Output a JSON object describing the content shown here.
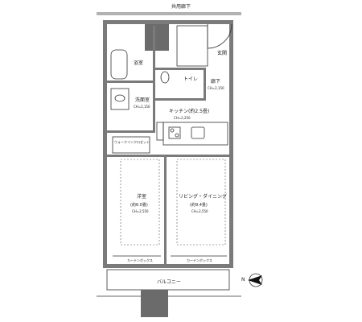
{
  "labels": {
    "corridor": "共用廊下",
    "entrance": "玄関",
    "toilet": "トイレ",
    "hall": "廊下",
    "hall_ch": "CH=2,150",
    "bathroom": "浴室",
    "vanity": "洗面室",
    "vanity_ch": "CH=2,150",
    "kitchen": "キッチン(約2.5畳)",
    "kitchen_ch": "CH=2,250",
    "closet": "ウォークインクロゼット",
    "bedroom": "洋室",
    "bedroom_size": "(約6.0畳)",
    "bedroom_ch": "CH=2,550",
    "living": "リビング・ダイニング",
    "living_size": "(約9.4畳)",
    "living_ch": "CH=2,550",
    "curtain1": "カーテンボックス",
    "curtain2": "カーテンボックス",
    "balcony": "バルコニー",
    "north": "N"
  },
  "colors": {
    "wall": "#7a7a7a",
    "line": "#333333",
    "shaft": "#6b6b6b"
  }
}
